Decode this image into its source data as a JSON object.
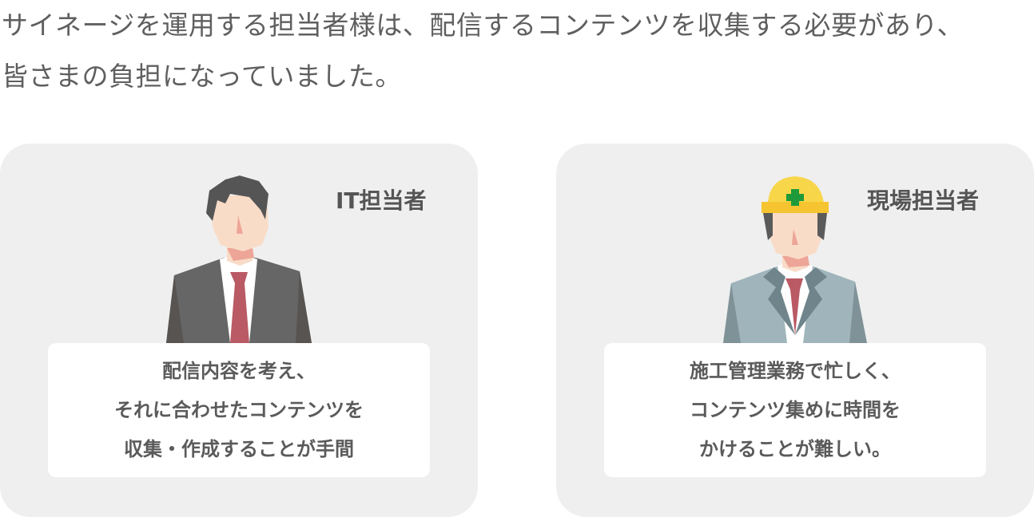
{
  "intro": {
    "line1": "サイネージを運用する担当者様は、配信するコンテンツを収集する必要があり、",
    "line2": "皆さまの負担になっていました。"
  },
  "cards": [
    {
      "role": "IT担当者",
      "icon": "office-worker-icon",
      "lines": [
        "配信内容を考え、",
        "それに合わせたコンテンツを",
        "収集・作成することが手間"
      ]
    },
    {
      "role": "現場担当者",
      "icon": "construction-worker-icon",
      "lines": [
        "施工管理業務で忙しく、",
        "コンテンツ集めに時間を",
        "かけることが難しい。"
      ]
    }
  ],
  "colors": {
    "card_bg": "#efefef",
    "text": "#5a5a5a",
    "suit_dark": "#666666",
    "suit_gray": "#9fb5bb",
    "tie": "#b95a64",
    "helmet": "#f5c430",
    "cross": "#1f9a3a",
    "skin": "#f9dcc8"
  }
}
